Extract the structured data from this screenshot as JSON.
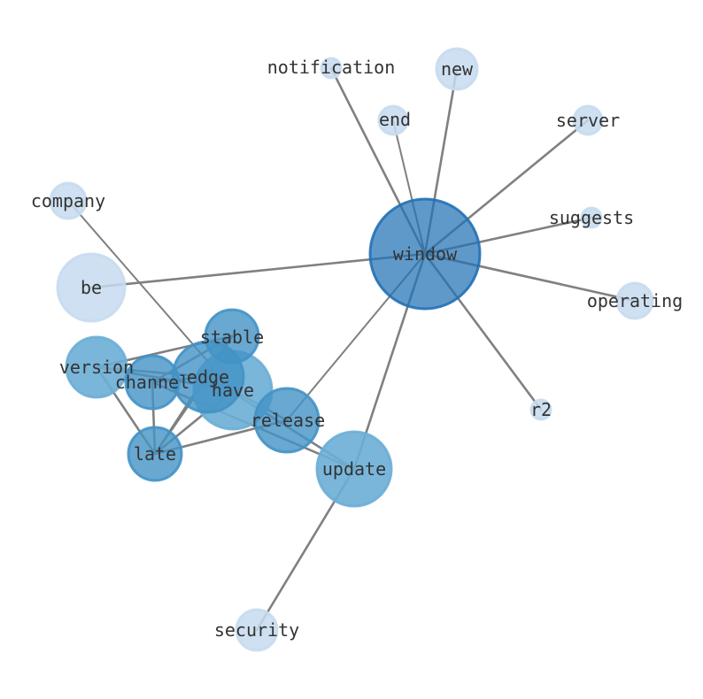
{
  "graph": {
    "colors": {
      "background": "#ffffff",
      "edge": "#808080",
      "label": "#333333",
      "level_1": "#c6dbef",
      "level_2": "#6baed6",
      "level_3": "#4292c6",
      "level_4": "#2171b5"
    },
    "nodes": [
      {
        "id": "window",
        "label": "window",
        "level": 4
      },
      {
        "id": "notification",
        "label": "notification",
        "level": 1
      },
      {
        "id": "new",
        "label": "new",
        "level": 1
      },
      {
        "id": "end",
        "label": "end",
        "level": 1
      },
      {
        "id": "server",
        "label": "server",
        "level": 1
      },
      {
        "id": "company",
        "label": "company",
        "level": 1
      },
      {
        "id": "suggests",
        "label": "suggests",
        "level": 1
      },
      {
        "id": "be",
        "label": "be",
        "level": 1
      },
      {
        "id": "operating",
        "label": "operating",
        "level": 1
      },
      {
        "id": "stable",
        "label": "stable",
        "level": 3
      },
      {
        "id": "version",
        "label": "version",
        "level": 2
      },
      {
        "id": "edge",
        "label": "edge",
        "level": 3
      },
      {
        "id": "channel",
        "label": "channel",
        "level": 3
      },
      {
        "id": "have",
        "label": "have",
        "level": 2
      },
      {
        "id": "release",
        "label": "release",
        "level": 3
      },
      {
        "id": "r2",
        "label": "r2",
        "level": 1
      },
      {
        "id": "late",
        "label": "late",
        "level": 3
      },
      {
        "id": "update",
        "label": "update",
        "level": 2
      },
      {
        "id": "security",
        "label": "security",
        "level": 1
      }
    ],
    "edges": [
      {
        "source": "window",
        "target": "notification"
      },
      {
        "source": "window",
        "target": "new"
      },
      {
        "source": "window",
        "target": "end"
      },
      {
        "source": "window",
        "target": "server"
      },
      {
        "source": "window",
        "target": "suggests"
      },
      {
        "source": "window",
        "target": "be"
      },
      {
        "source": "window",
        "target": "operating"
      },
      {
        "source": "window",
        "target": "r2"
      },
      {
        "source": "window",
        "target": "update"
      },
      {
        "source": "window",
        "target": "release"
      },
      {
        "source": "update",
        "target": "security"
      },
      {
        "source": "company",
        "target": "have"
      },
      {
        "source": "stable",
        "target": "version"
      },
      {
        "source": "stable",
        "target": "channel"
      },
      {
        "source": "stable",
        "target": "late"
      },
      {
        "source": "stable",
        "target": "edge"
      },
      {
        "source": "version",
        "target": "have"
      },
      {
        "source": "version",
        "target": "late"
      },
      {
        "source": "version",
        "target": "edge"
      },
      {
        "source": "channel",
        "target": "late"
      },
      {
        "source": "channel",
        "target": "edge"
      },
      {
        "source": "edge",
        "target": "late"
      },
      {
        "source": "edge",
        "target": "have"
      },
      {
        "source": "edge",
        "target": "update"
      },
      {
        "source": "have",
        "target": "release"
      },
      {
        "source": "have",
        "target": "late"
      },
      {
        "source": "late",
        "target": "release"
      },
      {
        "source": "channel",
        "target": "update"
      }
    ]
  }
}
